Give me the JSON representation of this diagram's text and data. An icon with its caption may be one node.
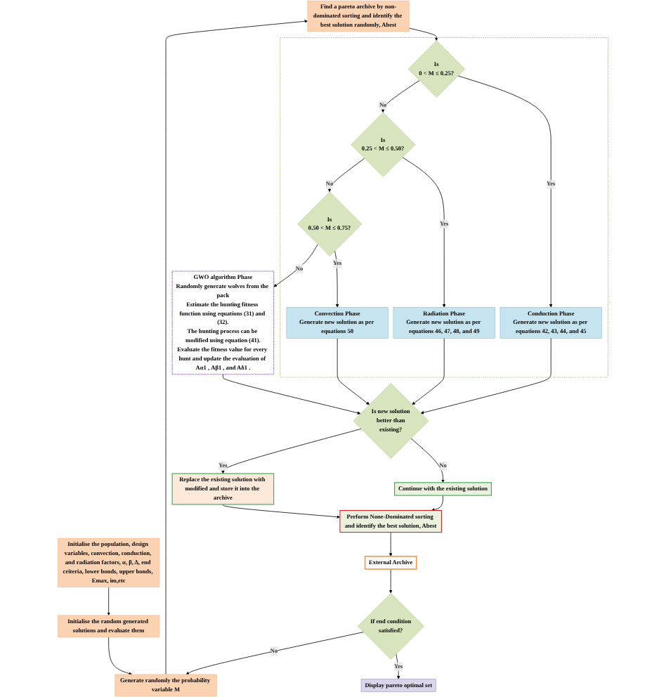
{
  "diagram": {
    "nodes": [
      {
        "text": [
          "Find a pareto archive by non-dominated sorting and identify the best solution randomly, Abest"
        ]
      },
      {
        "text": [],
        "shape": "box"
      },
      {
        "text": [
          "Is",
          "0 < M ≤ 0.25?"
        ],
        "in": 1
      },
      {
        "text": [
          "Conduction Phase",
          "Generate new solution as per equations 42, 43, 44, and 45"
        ],
        "in": 1
      },
      {
        "text": [
          "Generate randomly the probability variable M"
        ]
      },
      {
        "text": [
          "Is",
          "0.25 < M ≤ 0.50?"
        ],
        "in": 1
      },
      {
        "text": [
          "Radiation Phase",
          "Generate new solution as per equations 46, 47, 48, and 49"
        ],
        "in": 1
      },
      {
        "text": [
          "Initialise the random generated solutions and evaluate them"
        ]
      },
      {
        "text": [
          "Is",
          "0.50 < M ≤ 0.75?"
        ],
        "in": 1
      },
      {
        "text": [
          "Convection Phase",
          "Generate new solution as per equations 50"
        ],
        "in": 1
      },
      {
        "text": [
          "Initialise the population, design variables, convection, conduction, and radiation factors, α, β, Δ, end criteria, lower bonds, upper bonds, Emax, im,etc"
        ]
      },
      {
        "text": [
          "GWO algorithm Phase",
          "Randomly generate wolves from the pack",
          "Estimate the hunting fitness function using equations (31) and (32).",
          "The hunting process can be modified using equation (41).",
          "Evaluate the fitness value for every hunt and update the evaluation of Aα1 , Aβ1 , and Aδ1 ."
        ]
      },
      {
        "text": [
          "Display pareto optimal set"
        ]
      },
      {
        "text": [
          "If end condition satisfied?"
        ]
      },
      {
        "text": [
          "Is new solution better than existing?"
        ]
      },
      {
        "text": [
          "External Archive"
        ]
      },
      {
        "text": [
          "Continue with the existing solution"
        ]
      },
      {
        "text": [
          "Perform None-Dominated sorting and identify the best solution, Abest"
        ]
      },
      {
        "text": [
          "Replace the existing solution with modified and store it into the archive"
        ]
      }
    ],
    "edges": [
      {
        "from": 10,
        "to": 7,
        "arrow": "to"
      },
      {
        "from": 7,
        "to": 4,
        "arrow": "to"
      },
      {
        "from": 4,
        "to": 0,
        "arrow": "to"
      },
      {
        "from": 0,
        "to": 2,
        "arrow": "to"
      },
      {
        "from": 2,
        "to": 3,
        "arrow": "to",
        "label": "Yes"
      },
      {
        "from": 2,
        "to": 5,
        "arrow": "to",
        "label": "No"
      },
      {
        "from": 5,
        "to": 6,
        "arrow": "to",
        "label": "Yes"
      },
      {
        "from": 5,
        "to": 8,
        "arrow": "to",
        "label": "No"
      },
      {
        "from": 8,
        "to": 9,
        "arrow": "to",
        "label": "Yes"
      },
      {
        "from": 8,
        "to": 11,
        "arrow": "to",
        "label": "No"
      },
      {
        "from": 3,
        "to": 14,
        "arrow": "to"
      },
      {
        "from": 6,
        "to": 14,
        "arrow": "to"
      },
      {
        "from": 9,
        "to": 14,
        "arrow": "to"
      },
      {
        "from": 11,
        "to": 14,
        "arrow": "to"
      },
      {
        "from": 14,
        "to": 16,
        "arrow": "to",
        "label": "No"
      },
      {
        "from": 14,
        "to": 18,
        "arrow": "to",
        "label": "Yes"
      },
      {
        "from": 16,
        "to": 17,
        "arrow": "to"
      },
      {
        "from": 18,
        "to": 17,
        "arrow": "to"
      },
      {
        "from": 17,
        "to": 15,
        "arrow": "to"
      },
      {
        "from": 15,
        "to": 13,
        "arrow": "to"
      },
      {
        "from": 13,
        "to": 12,
        "arrow": "to",
        "label": "Yes"
      },
      {
        "from": 13,
        "to": 4,
        "arrow": "to",
        "label": "No"
      }
    ]
  }
}
